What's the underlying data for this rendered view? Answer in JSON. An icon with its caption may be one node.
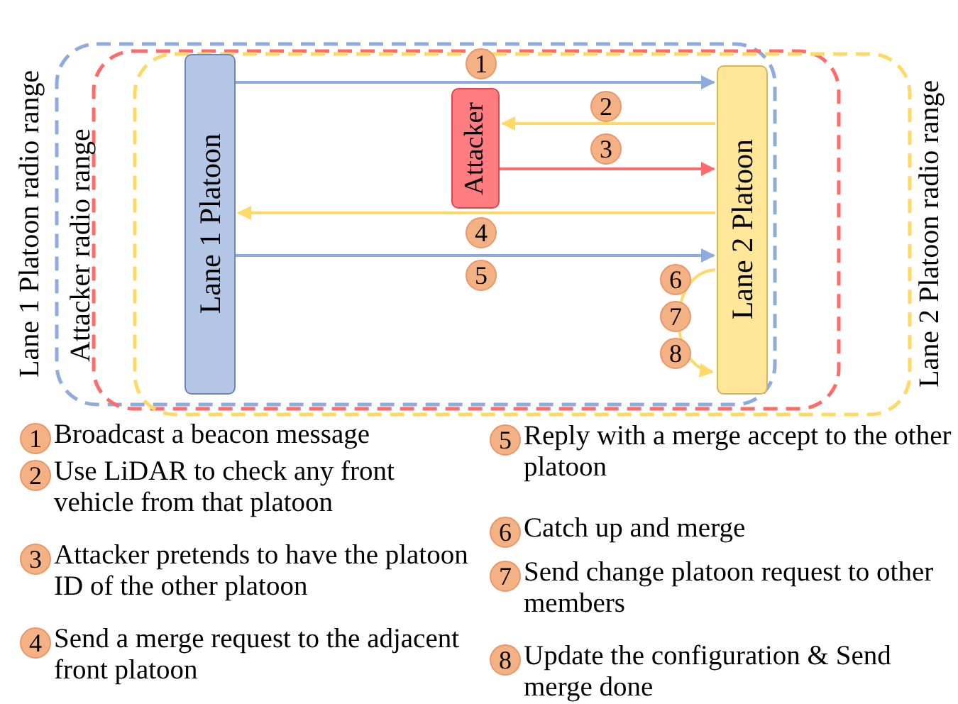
{
  "diagram": {
    "nodes": [
      {
        "text": [
          "Lane 1 Platoon"
        ]
      },
      {
        "text": [
          "Attacker"
        ]
      },
      {
        "text": [
          "Lane 2 Platoon"
        ]
      }
    ],
    "edges": [
      {
        "from": 0,
        "to": 2,
        "arrow": "to",
        "label": "1",
        "color": "#8faadc"
      },
      {
        "from": 2,
        "to": 1,
        "arrow": "to",
        "label": "2",
        "color": "#ffd966"
      },
      {
        "from": 1,
        "to": 2,
        "arrow": "to",
        "label": "3",
        "color": "#ff6b6b"
      },
      {
        "from": 2,
        "to": 0,
        "arrow": "to",
        "label": "4",
        "color": "#ffd966"
      },
      {
        "from": 0,
        "to": 2,
        "arrow": "to",
        "label": "5",
        "color": "#8faadc"
      },
      {
        "from": 2,
        "to": 2,
        "arrow": "to",
        "color": "#ffd966"
      }
    ],
    "labels": [
      "Lane 1 Platoon radio range",
      "Attacker radio range",
      "Lane 2 Platoon radio range",
      "6",
      "7",
      "8",
      "1",
      "Broadcast a beacon message",
      "2",
      "Use LiDAR to check any front vehicle from that platoon",
      "3",
      "Attacker pretends to have the platoon ID of the other platoon",
      "4",
      "Send a merge request to the adjacent front platoon",
      "5",
      "Reply with a merge accept to the other platoon",
      "6",
      "Catch up and merge",
      "7",
      "Send change platoon request to other members",
      "8",
      "Update the configuration & Send merge done"
    ]
  }
}
